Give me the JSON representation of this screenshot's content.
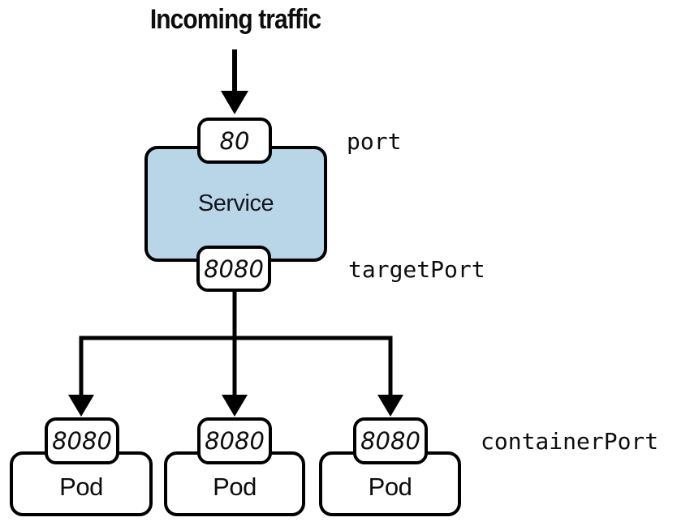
{
  "diagram": {
    "title": "Incoming traffic",
    "service": {
      "label": "Service",
      "port_value": "80",
      "target_port_value": "8080"
    },
    "annotations": {
      "port": "port",
      "target_port": "targetPort",
      "container_port": "containerPort"
    },
    "pods": [
      {
        "label": "Pod",
        "port": "8080"
      },
      {
        "label": "Pod",
        "port": "8080"
      },
      {
        "label": "Pod",
        "port": "8080"
      }
    ],
    "colors": {
      "service_fill": "#b9d6e9",
      "stroke": "#000000"
    }
  }
}
